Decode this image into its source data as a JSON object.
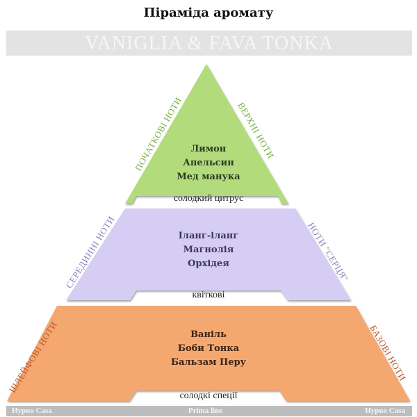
{
  "title": "Піраміда аромату",
  "banner": "VANIGLIA & FAVA TONKA",
  "colors": {
    "top": "#b2db7c",
    "middle": "#d6cdf4",
    "base": "#f4a86f",
    "top_label": "#7aae43",
    "middle_label": "#8a84bb",
    "base_label": "#b9542a"
  },
  "tiers": {
    "top": {
      "left_label": "ПОЧАТКОВІ НОТИ",
      "right_label": "ВЕРХНІ НОТИ",
      "notes": [
        "Лимон",
        "Апельсин",
        "Мед манука"
      ],
      "accord": "солодкий цитрус"
    },
    "middle": {
      "left_label": "СЕРЕДИННІ НОТИ",
      "right_label": "НОТИ \"СЕРЦЯ\"",
      "notes": [
        "Іланг-іланг",
        "Магнолія",
        "Орхідея"
      ],
      "accord": "квіткові"
    },
    "base": {
      "left_label": "ШЛЕЙФОВІ НОТИ",
      "right_label": "БАЗОВІ НОТИ",
      "notes": [
        "Ваніль",
        "Боби Тонка",
        "Бальзам Перу"
      ],
      "accord": "солодкі спеції"
    }
  },
  "footer": {
    "left": "Hypno Casa",
    "center": "Prima line",
    "right": "Hypno Casa"
  }
}
